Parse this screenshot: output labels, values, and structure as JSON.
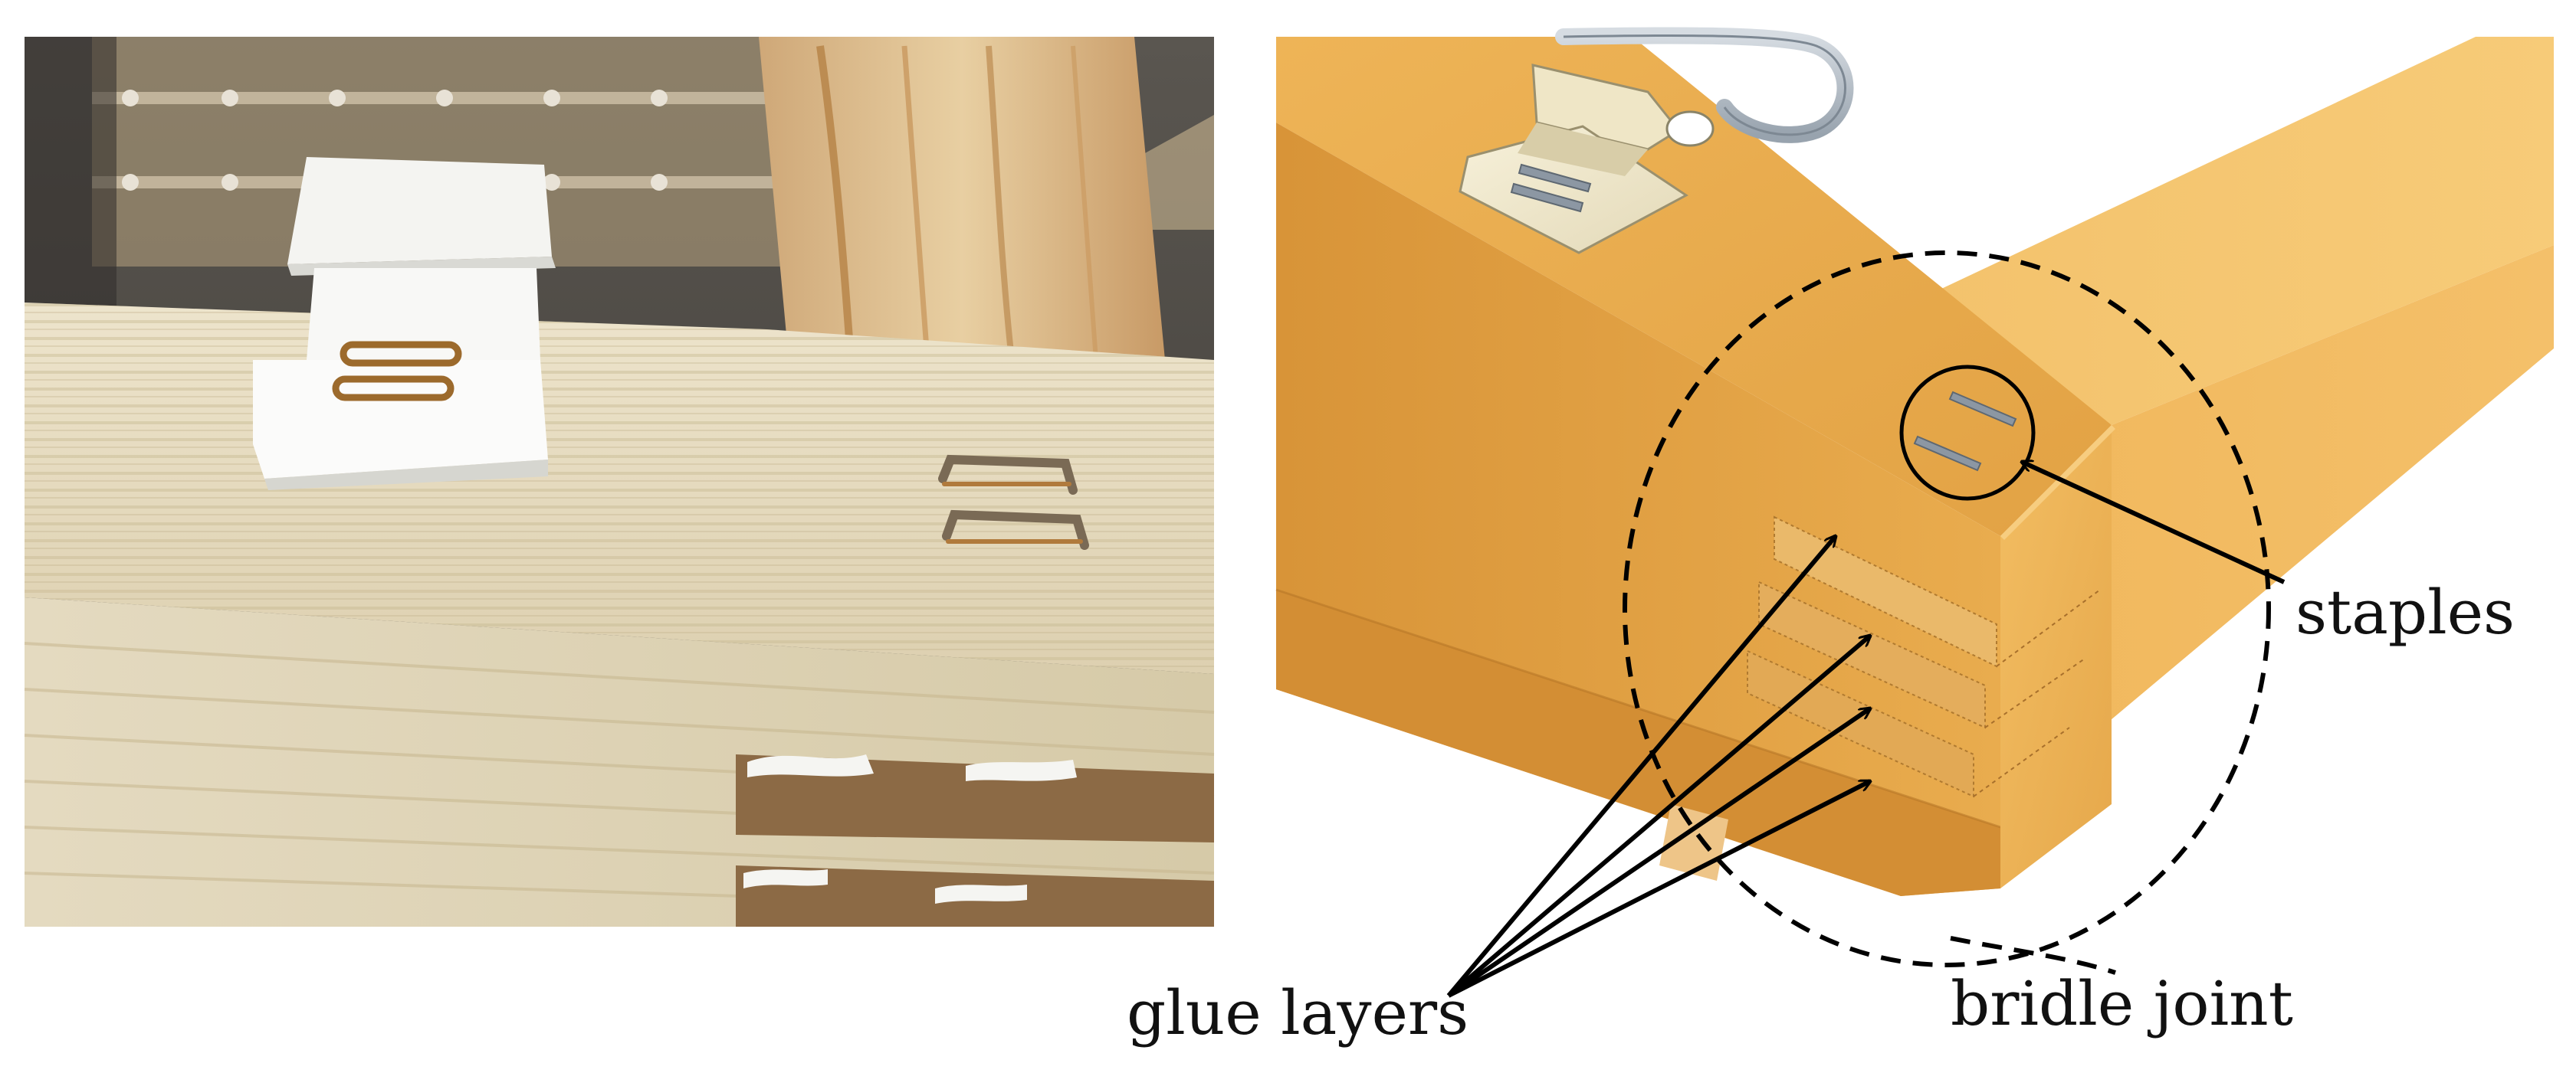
{
  "figure": {
    "labels": {
      "staples": "staples",
      "glue_layers": "glue layers",
      "bridle_joint": "bridle joint"
    },
    "panels": {
      "left": "photograph of a timber corner joint with a white plastic clip and two metal staples",
      "right": "3D rendering of a timber bridle joint with clip, staples and glue layers"
    },
    "colors": {
      "wood_rendered": "#E9A94A",
      "wood_photo": "#E6DCC2",
      "staple_metal": "#8C97A3",
      "clip_plastic": "#F0EAD0",
      "annotation": "#000000"
    }
  }
}
